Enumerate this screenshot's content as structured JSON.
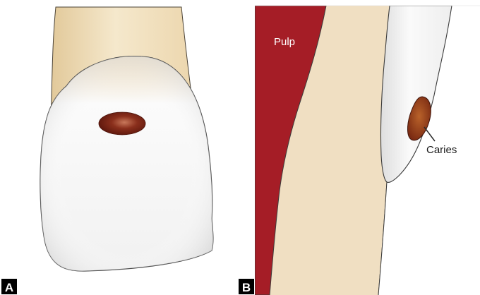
{
  "figure": {
    "panels": [
      {
        "label": "A"
      },
      {
        "label": "B"
      }
    ],
    "annotations": {
      "pulp": "Pulp",
      "caries": "Caries"
    }
  },
  "colors": {
    "root": "#efdcb9",
    "enamel": "#f6f6f6",
    "pulp": "#a51d26",
    "caries": "#6d1f12",
    "outline": "#3b3b3b",
    "label_box": "#000000"
  }
}
